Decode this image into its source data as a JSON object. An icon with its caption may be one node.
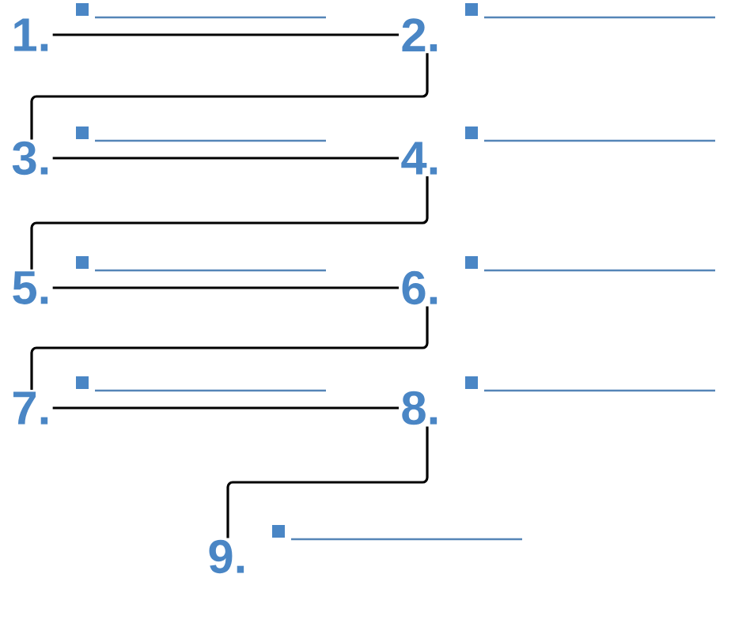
{
  "diagram": {
    "nodes": [
      {
        "text": [
          "1."
        ]
      },
      {
        "text": [
          "2."
        ]
      },
      {
        "text": [
          "3."
        ]
      },
      {
        "text": [
          "4."
        ]
      },
      {
        "text": [
          "5."
        ]
      },
      {
        "text": [
          "6."
        ]
      },
      {
        "text": [
          "7."
        ]
      },
      {
        "text": [
          "8."
        ]
      },
      {
        "text": [
          "9."
        ]
      }
    ],
    "edges": [
      {
        "from": 0,
        "to": 1,
        "arrow": "none"
      },
      {
        "from": 1,
        "to": 2,
        "arrow": "none"
      },
      {
        "from": 2,
        "to": 3,
        "arrow": "none"
      },
      {
        "from": 3,
        "to": 4,
        "arrow": "none"
      },
      {
        "from": 4,
        "to": 5,
        "arrow": "none"
      },
      {
        "from": 5,
        "to": 6,
        "arrow": "none"
      },
      {
        "from": 6,
        "to": 7,
        "arrow": "none"
      },
      {
        "from": 7,
        "to": 8,
        "arrow": "none"
      }
    ]
  }
}
